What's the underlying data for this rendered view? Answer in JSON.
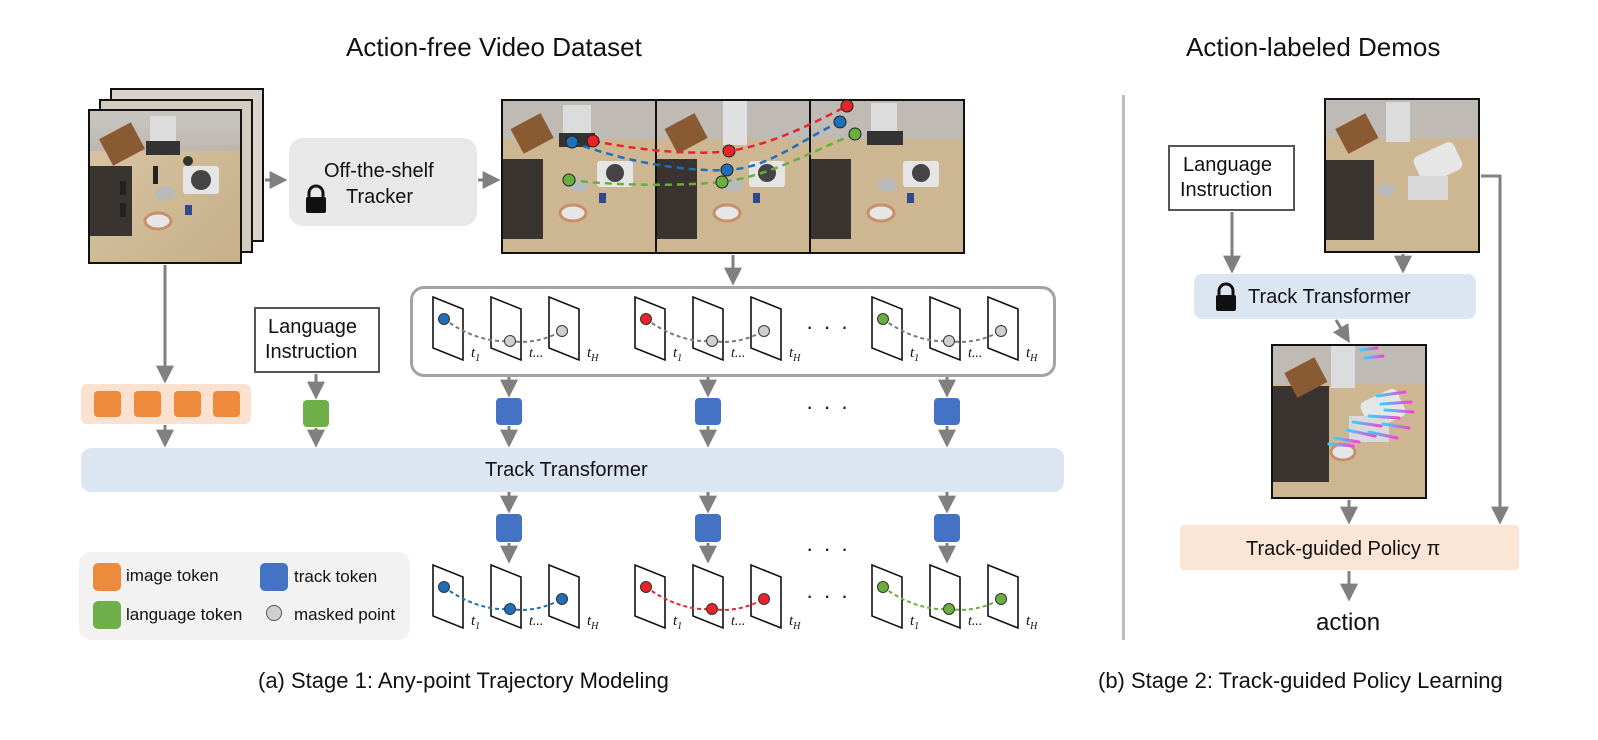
{
  "titles": {
    "stage1_header": "Action-free Video Dataset",
    "stage2_header": "Action-labeled Demos"
  },
  "captions": {
    "stage1": "(a) Stage 1: Any-point Trajectory Modeling",
    "stage2": "(b) Stage 2: Track-guided Policy Learning"
  },
  "stage1": {
    "tracker_line1": "Off-the-shelf",
    "tracker_line2": "Tracker",
    "language_line1": "Language",
    "language_line2": "Instruction",
    "transformer_label": "Track Transformer",
    "ellipsis": "· · ·"
  },
  "stage2": {
    "language_line1": "Language",
    "language_line2": "Instruction",
    "transformer_label": "Track Transformer",
    "policy_label": "Track-guided Policy π",
    "action_label": "action"
  },
  "time_labels": {
    "t1": "t",
    "t1_sub": "1",
    "tmid": "t...",
    "tH": "t",
    "tH_sub": "H"
  },
  "legend": {
    "image_token": "image token",
    "track_token": "track token",
    "language_token": "language token",
    "masked_point": "masked point"
  },
  "colors": {
    "image_token": "#ee8a3c",
    "language_token": "#6faf4a",
    "track_token": "#4472c4",
    "masked_point": "#cfcfcf",
    "transformer_bg": "#dce6f3",
    "policy_bg": "#fbe5d6",
    "image_token_bg": "#fbe1d0",
    "tracker_bg": "#e8e8e8",
    "legend_bg": "#f2f2f2",
    "arrow": "#808080",
    "blue_point": "#1f6fb8",
    "red_point": "#e8232a",
    "green_point": "#6aae3e"
  },
  "icons": {
    "lock": "lock-icon"
  }
}
